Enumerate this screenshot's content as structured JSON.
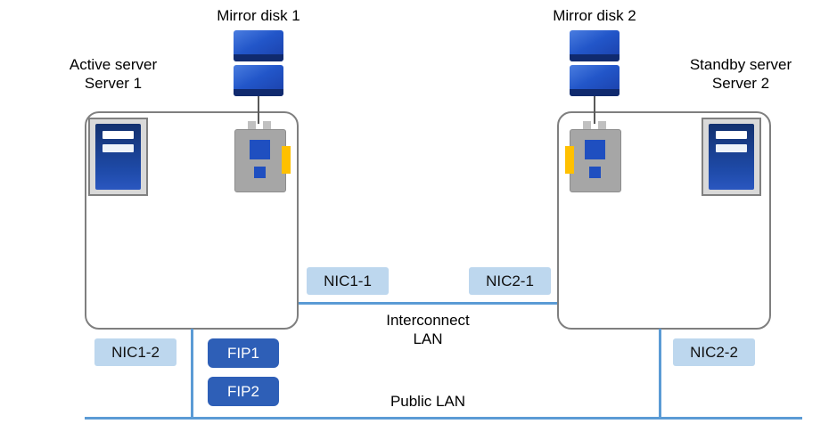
{
  "diagram": {
    "type": "cluster-network-diagram",
    "nodes": {
      "mirror_disk_1": {
        "label": "Mirror disk 1"
      },
      "mirror_disk_2": {
        "label": "Mirror disk 2"
      },
      "server1": {
        "role": "Active server",
        "name": "Server 1"
      },
      "server2": {
        "role": "Standby server",
        "name": "Server 2"
      }
    },
    "badges": {
      "nic1_1": "NIC1-1",
      "nic2_1": "NIC2-1",
      "nic1_2": "NIC1-2",
      "nic2_2": "NIC2-2",
      "fip1": "FIP1",
      "fip2": "FIP2"
    },
    "networks": {
      "interconnect_line1": "Interconnect",
      "interconnect_line2": "LAN",
      "public_lan": "Public LAN"
    },
    "icons": {
      "mirror_disk": "stacked-disk-drives",
      "server": "server-tower",
      "disk_card": "disk-interface-card"
    },
    "colors": {
      "disk_blue": "#2256c9",
      "disk_blue_dark": "#102a6e",
      "nic_badge_bg": "#bdd7ee",
      "fip_badge_bg": "#2e5fb7",
      "fip_badge_text": "#ffffff",
      "lan_line_blue": "#5b9bd5",
      "box_border_gray": "#7f7f7f",
      "card_gray": "#a6a6a6",
      "card_tab_yellow": "#ffc000",
      "server_navy": "#16346a",
      "text": "#000000"
    }
  }
}
